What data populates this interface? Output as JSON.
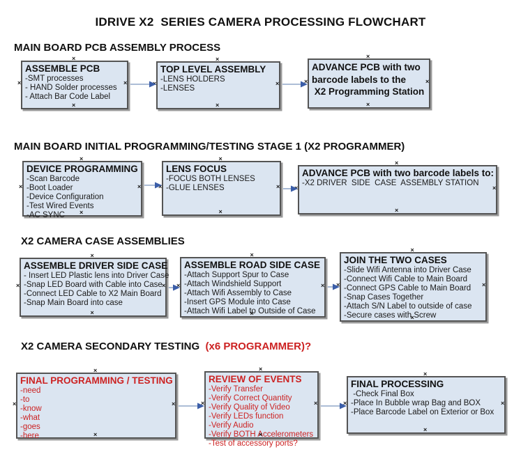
{
  "title": "IDRIVE X2  SERIES CAMERA PROCESSING FLOWCHART",
  "colors": {
    "box_fill": "#dbe5f1",
    "box_border": "#545454",
    "red_accent": "#cc2222",
    "arrow_line": "#90a7c9",
    "arrow_head": "#3b5ea8"
  },
  "sections": [
    {
      "heading": "MAIN BOARD PCB ASSEMBLY PROCESS",
      "boxes": [
        {
          "title": "ASSEMBLE PCB",
          "lines": [
            "-SMT processes",
            "- HAND Solder processes",
            "- Attach Bar Code Label"
          ]
        },
        {
          "title": "TOP LEVEL ASSEMBLY",
          "lines": [
            "-LENS HOLDERS",
            "-LENSES"
          ]
        },
        {
          "title": "",
          "lines": [
            "ADVANCE PCB with two",
            "barcode labels to the",
            " X2 Programming Station"
          ]
        }
      ]
    },
    {
      "heading": "MAIN BOARD INITIAL PROGRAMMING/TESTING STAGE 1 (X2 PROGRAMMER)",
      "boxes": [
        {
          "title": "DEVICE PROGRAMMING",
          "lines": [
            "-Scan Barcode",
            "-Boot Loader",
            "-Device Configuration",
            "-Test Wired Events",
            "-AC SYNC"
          ]
        },
        {
          "title": "LENS FOCUS",
          "lines": [
            "-FOCUS BOTH LENSES",
            "-GLUE LENSES"
          ]
        },
        {
          "title": "ADVANCE PCB with two barcode labels to:",
          "lines": [
            "-X2 DRIVER  SIDE  CASE  ASSEMBLY STATION"
          ]
        }
      ]
    },
    {
      "heading": "X2 CAMERA CASE ASSEMBLIES",
      "boxes": [
        {
          "title": "ASSEMBLE DRIVER SIDE CASE",
          "lines": [
            "- Insert LED Plastic lens into Driver Case",
            "-Snap LED Board with Cable into Case",
            "-Connect LED Cable to X2 Main Board",
            "-Snap Main Board into case"
          ]
        },
        {
          "title": "ASSEMBLE ROAD SIDE CASE",
          "lines": [
            "-Attach Support Spur to Case",
            "-Attach Windshield Support",
            "-Attach Wifi Assembly to Case",
            "-Insert GPS Module into Case",
            "-Attach Wifi Label to Outside of Case"
          ]
        },
        {
          "title": "JOIN THE TWO CASES",
          "lines": [
            "-Slide Wifi Antenna into Driver Case",
            "-Connect Wifi Cable to Main Board",
            "-Connect GPS Cable to Main Board",
            "-Snap Cases Together",
            "-Attach S/N Label to outside of case",
            "-Secure cases with Screw"
          ]
        }
      ]
    },
    {
      "heading": "X2 CAMERA SECONDARY TESTING ",
      "heading_red": " (x6 PROGRAMMER)?",
      "boxes": [
        {
          "title": "FINAL PROGRAMMING / TESTING",
          "lines": [
            "-need",
            "-to",
            "-know",
            "-what",
            "-goes",
            "-here"
          ]
        },
        {
          "title": "REVIEW OF EVENTS",
          "lines": [
            "-Verify Transfer",
            "-Verify Correct Quantity",
            "-Verify Quality of Video",
            "-Verify LEDs function",
            "-Verify Audio",
            "-Verify BOTH Accelerometers",
            "-Test of accessory ports?"
          ]
        },
        {
          "title": "FINAL PROCESSING",
          "lines": [
            " -Check Final Box",
            "-Place In Bubble wrap Bag and BOX",
            "-Place Barcode Label on Exterior or Box"
          ]
        }
      ]
    }
  ]
}
